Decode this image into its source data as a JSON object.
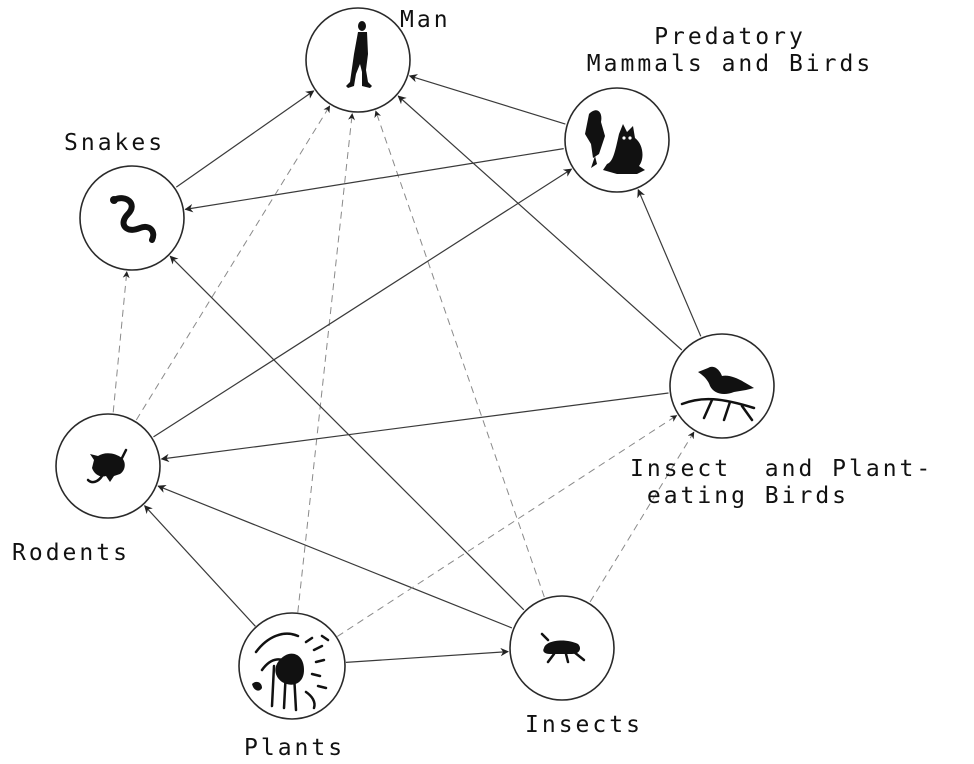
{
  "diagram": {
    "nodes": [
      {
        "id": "man",
        "label": "Man",
        "icon": "man-icon"
      },
      {
        "id": "predators",
        "label": "Predatory\nMammals and Birds",
        "icon": "predator-icon"
      },
      {
        "id": "birds",
        "label": "Insect  and Plant-\n eating Birds",
        "icon": "bird-icon"
      },
      {
        "id": "insects",
        "label": "Insects",
        "icon": "insect-icon"
      },
      {
        "id": "plants",
        "label": "Plants",
        "icon": "plant-icon"
      },
      {
        "id": "rodents",
        "label": "Rodents",
        "icon": "rodent-icon"
      },
      {
        "id": "snakes",
        "label": "Snakes",
        "icon": "snake-icon"
      }
    ],
    "edges": [
      {
        "from": "snakes",
        "to": "man"
      },
      {
        "from": "predators",
        "to": "man"
      },
      {
        "from": "birds",
        "to": "man"
      },
      {
        "from": "insects",
        "to": "man"
      },
      {
        "from": "plants",
        "to": "man"
      },
      {
        "from": "rodents",
        "to": "man"
      },
      {
        "from": "birds",
        "to": "predators"
      },
      {
        "from": "rodents",
        "to": "predators"
      },
      {
        "from": "predators",
        "to": "snakes"
      },
      {
        "from": "rodents",
        "to": "snakes"
      },
      {
        "from": "insects",
        "to": "snakes"
      },
      {
        "from": "birds",
        "to": "rodents"
      },
      {
        "from": "insects",
        "to": "rodents"
      },
      {
        "from": "plants",
        "to": "rodents"
      },
      {
        "from": "plants",
        "to": "birds"
      },
      {
        "from": "insects",
        "to": "birds"
      },
      {
        "from": "plants",
        "to": "insects"
      }
    ]
  }
}
